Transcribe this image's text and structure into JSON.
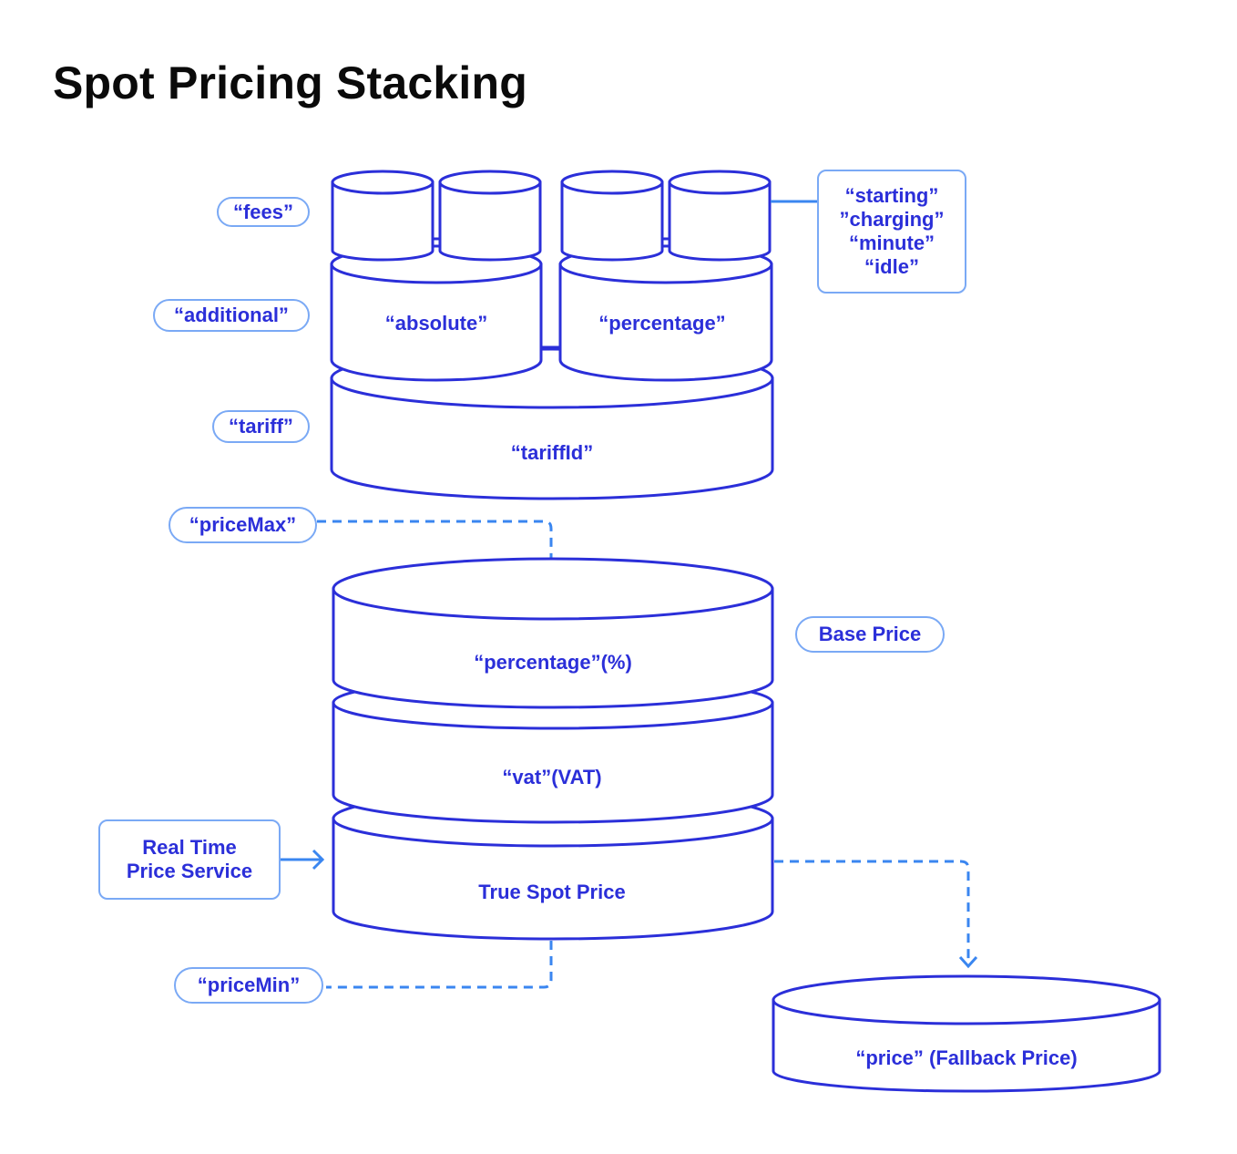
{
  "title": "Spot Pricing Stacking",
  "colors": {
    "accent": "#2b2fd9",
    "link": "#3a86f0",
    "pill_border": "#7aa9f5"
  },
  "left_labels": {
    "fees": "“fees”",
    "additional": "“additional”",
    "tariff": "“tariff”",
    "price_max": "“priceMax”",
    "price_min": "“priceMin”"
  },
  "fee_types": [
    "“starting”",
    "”charging”",
    "“minute”",
    "“idle”"
  ],
  "upper_stack": {
    "absolute": "“absolute”",
    "percentage": "“percentage”",
    "tariff_id": "“tariffId”"
  },
  "base_price_label": "Base Price",
  "lower_stack": {
    "percentage": "“percentage”(%)",
    "vat": "“vat”(VAT)",
    "true_spot": "True Spot Price"
  },
  "real_time_service": [
    "Real Time",
    "Price Service"
  ],
  "fallback": "“price” (Fallback Price)"
}
